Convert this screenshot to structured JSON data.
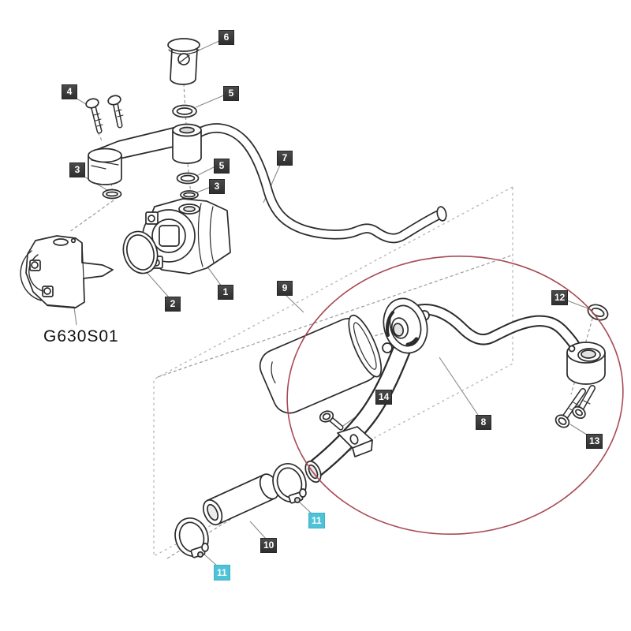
{
  "diagram": {
    "figure_code": "G630S01",
    "callouts": [
      {
        "id": "label-6",
        "num": "6",
        "style": "dark"
      },
      {
        "id": "label-5-upper",
        "num": "5",
        "style": "dark"
      },
      {
        "id": "label-4",
        "num": "4",
        "style": "dark"
      },
      {
        "id": "label-3-left",
        "num": "3",
        "style": "dark"
      },
      {
        "id": "label-7",
        "num": "7",
        "style": "dark"
      },
      {
        "id": "label-5-lower",
        "num": "5",
        "style": "dark"
      },
      {
        "id": "label-3-right",
        "num": "3",
        "style": "dark"
      },
      {
        "id": "label-1",
        "num": "1",
        "style": "dark"
      },
      {
        "id": "label-2",
        "num": "2",
        "style": "dark"
      },
      {
        "id": "label-9",
        "num": "9",
        "style": "dark"
      },
      {
        "id": "label-12",
        "num": "12",
        "style": "dark"
      },
      {
        "id": "label-14",
        "num": "14",
        "style": "dark"
      },
      {
        "id": "label-8",
        "num": "8",
        "style": "dark"
      },
      {
        "id": "label-13",
        "num": "13",
        "style": "dark"
      },
      {
        "id": "label-10",
        "num": "10",
        "style": "dark"
      },
      {
        "id": "label-11-right",
        "num": "11",
        "style": "teal"
      },
      {
        "id": "label-11-left",
        "num": "11",
        "style": "teal"
      }
    ],
    "colors": {
      "callout_dark": "#3a3a3a",
      "callout_teal": "#4fc2d8",
      "highlight_ellipse": "#a84a55",
      "line_art": "#2b2b2b"
    }
  }
}
